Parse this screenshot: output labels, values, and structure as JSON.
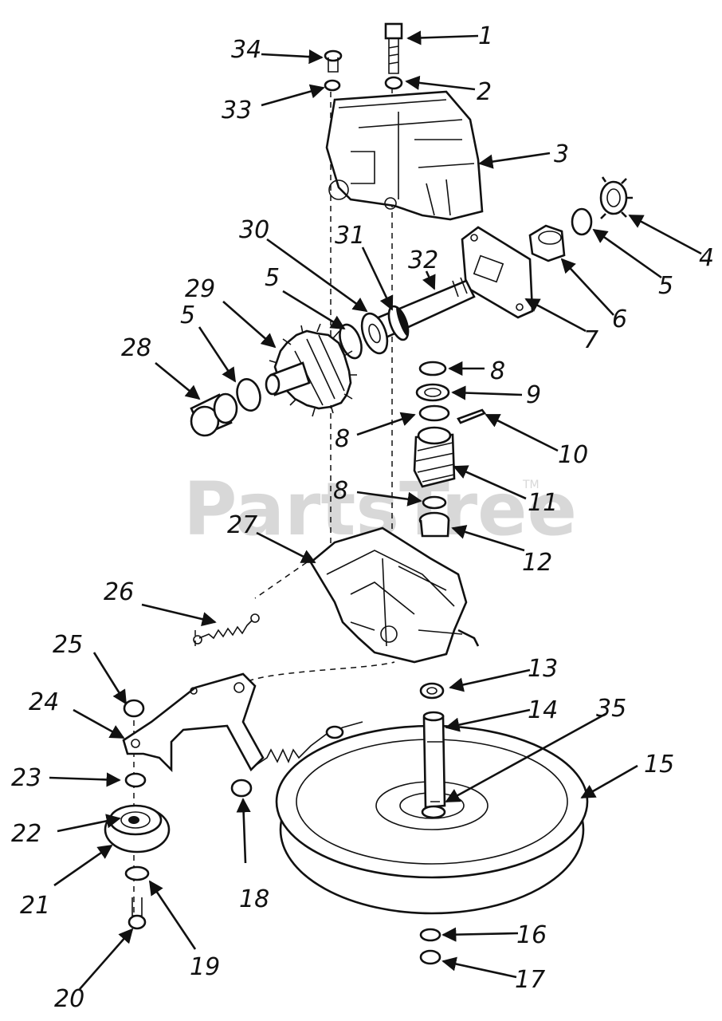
{
  "watermark": {
    "text": "PartsTree",
    "tm": "TM"
  },
  "labels": [
    "1",
    "2",
    "3",
    "4",
    "5",
    "6",
    "7",
    "8",
    "9",
    "10",
    "11",
    "12",
    "13",
    "14",
    "15",
    "16",
    "17",
    "18",
    "19",
    "20",
    "21",
    "22",
    "23",
    "24",
    "25",
    "26",
    "27",
    "28",
    "29",
    "30",
    "31",
    "32",
    "33",
    "34",
    "35"
  ],
  "repeat_labels": {
    "five_a": "5",
    "five_b": "5",
    "eight_a": "8",
    "eight_b": "8"
  }
}
